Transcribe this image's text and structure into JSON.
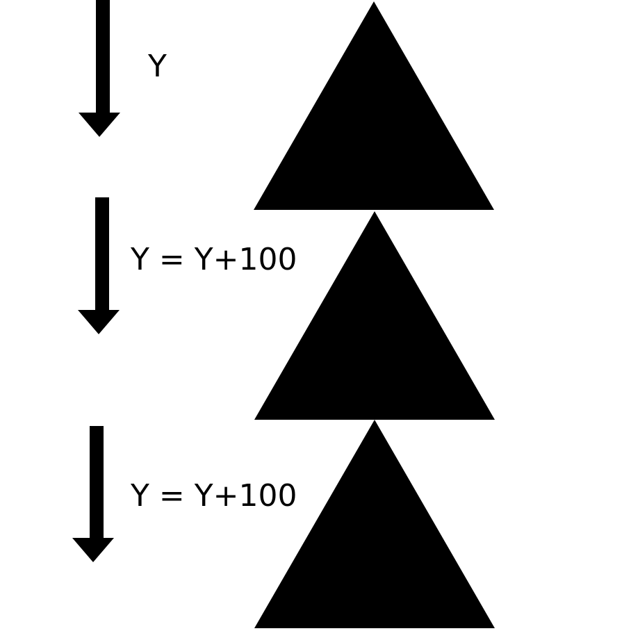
{
  "colors": {
    "background": "#ffffff",
    "ink": "#000000"
  },
  "steps": [
    {
      "label": "Y",
      "arrow_icon": "arrow-down-icon",
      "shape_icon": "triangle-icon"
    },
    {
      "label": "Y = Y+100",
      "arrow_icon": "arrow-down-icon",
      "shape_icon": "triangle-icon"
    },
    {
      "label": "Y = Y+100",
      "arrow_icon": "arrow-down-icon",
      "shape_icon": "triangle-icon"
    }
  ]
}
